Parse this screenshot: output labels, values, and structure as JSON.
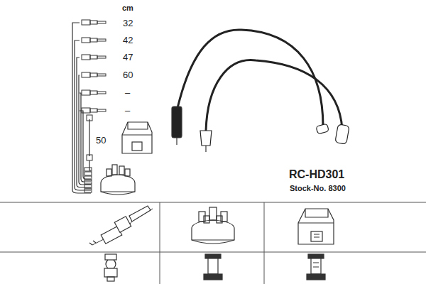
{
  "diagram": {
    "labels": [
      "cm",
      "32",
      "42",
      "47",
      "60",
      "–",
      "–",
      "50",
      "RC-HD301",
      "Stock-No. 8300"
    ]
  }
}
